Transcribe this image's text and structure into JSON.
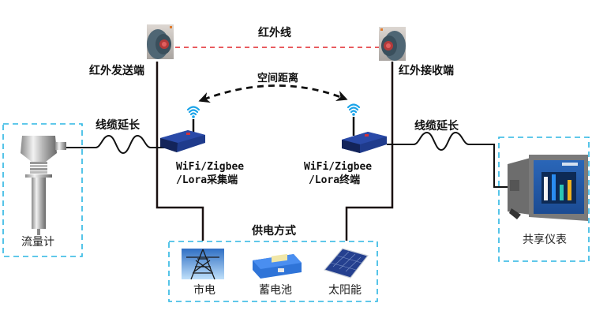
{
  "title": "红外线 / 无线流量计数据共享示意图",
  "labels": {
    "ir_sender": "红外发送端",
    "ir_receiver": "红外接收端",
    "ir_beam": "红外线",
    "space_distance": "空间距离",
    "cable_left": "线缆延长",
    "cable_right": "线缆延长",
    "collector_line1": "WiFi/Zigbee",
    "collector_line2": "/Lora采集端",
    "terminal_line1": "WiFi/Zigbee",
    "terminal_line2": "/Lora终端",
    "flowmeter": "流量计",
    "shared_meter": "共享仪表",
    "power_supply": "供电方式"
  },
  "power_options": [
    {
      "label": "市电",
      "icon": "power-tower-icon"
    },
    {
      "label": "蓄电池",
      "icon": "battery-icon"
    },
    {
      "label": "太阳能",
      "icon": "solar-panel-icon"
    }
  ],
  "colors": {
    "ir_beam": "#e0262b",
    "dashed_box": "#2bb6e3",
    "wifi": "#1aa3e8",
    "wire": "#1a1010",
    "device_blue": "#1f3b8c",
    "battery": "#2f74d8",
    "solar": "#25408f"
  }
}
